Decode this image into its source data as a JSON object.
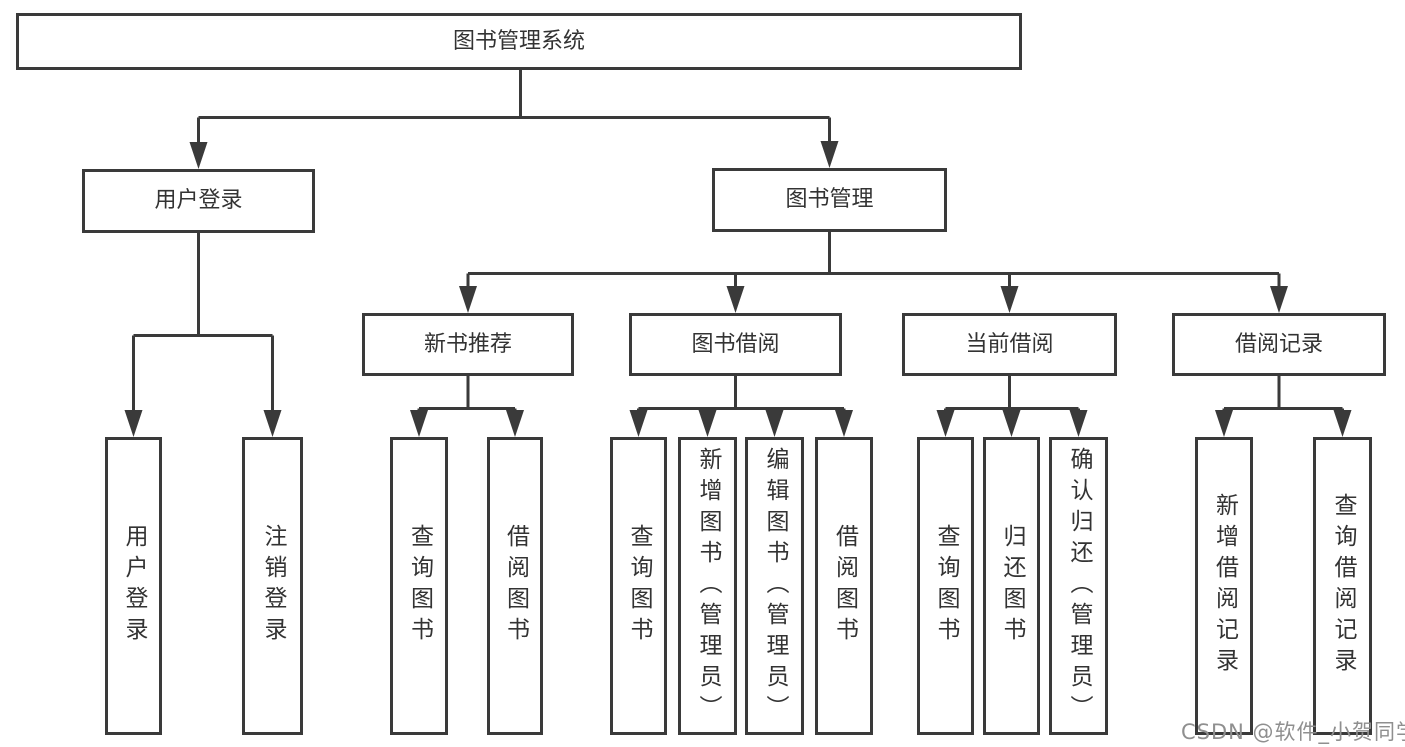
{
  "diagram_title": "图书管理系统",
  "tree": {
    "root": "图书管理系统",
    "children": [
      {
        "label": "用户登录",
        "children": [
          {
            "label": "用户登录"
          },
          {
            "label": "注销登录"
          }
        ]
      },
      {
        "label": "图书管理",
        "children": [
          {
            "label": "新书推荐",
            "children": [
              {
                "label": "查询图书"
              },
              {
                "label": "借阅图书"
              }
            ]
          },
          {
            "label": "图书借阅",
            "children": [
              {
                "label": "查询图书"
              },
              {
                "label": "新增图书（管理员）"
              },
              {
                "label": "编辑图书（管理员）"
              },
              {
                "label": "借阅图书"
              }
            ]
          },
          {
            "label": "当前借阅",
            "children": [
              {
                "label": "查询图书"
              },
              {
                "label": "归还图书"
              },
              {
                "label": "确认归还（管理员）"
              }
            ]
          },
          {
            "label": "借阅记录",
            "children": [
              {
                "label": "新增借阅记录"
              },
              {
                "label": "查询借阅记录"
              }
            ]
          }
        ]
      }
    ]
  },
  "watermark": {
    "text": "CSDN @软件_小贺同学"
  },
  "colors": {
    "line": "#3a3a3a",
    "text": "#333333",
    "watermark": "#8f8f8f",
    "background": "#ffffff"
  }
}
